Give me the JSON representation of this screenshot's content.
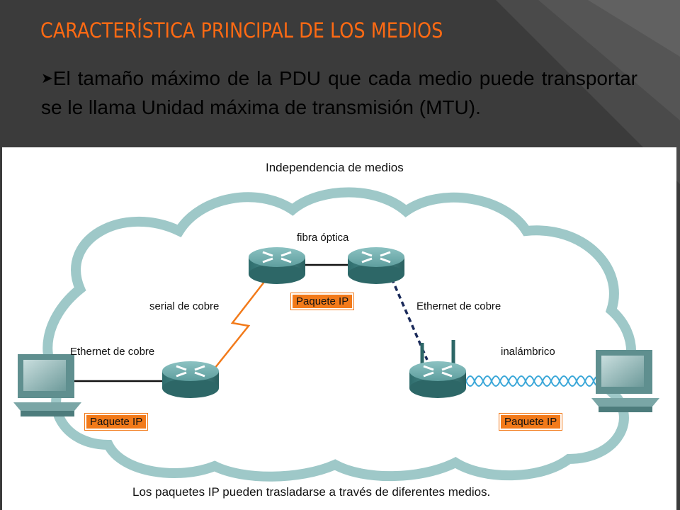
{
  "slide": {
    "title": "CARACTERÍSTICA PRINCIPAL DE LOS MEDIOS",
    "bullet_text": "El tamaño máximo de la PDU que cada medio puede transportar se le llama Unidad máxima de transmisión (MTU)."
  },
  "diagram": {
    "title": "Independencia de medios",
    "labels": {
      "fiber": "fibra óptica",
      "serial": "serial de cobre",
      "ethernet_left": "Ethernet de cobre",
      "ethernet_right": "Ethernet de cobre",
      "wireless": "inalámbrico"
    },
    "packets": {
      "top": "Paquete IP",
      "left": "Paquete IP",
      "right": "Paquete IP"
    },
    "caption": "Los paquetes IP pueden trasladarse a través de diferentes medios."
  },
  "colors": {
    "accent": "#ff6a13",
    "packet": "#f27a1a",
    "cloud": "#9ec8c8",
    "router": "#4f8f8f",
    "wireless": "#3ba7d8",
    "dashed_link": "#1a2a5a"
  }
}
